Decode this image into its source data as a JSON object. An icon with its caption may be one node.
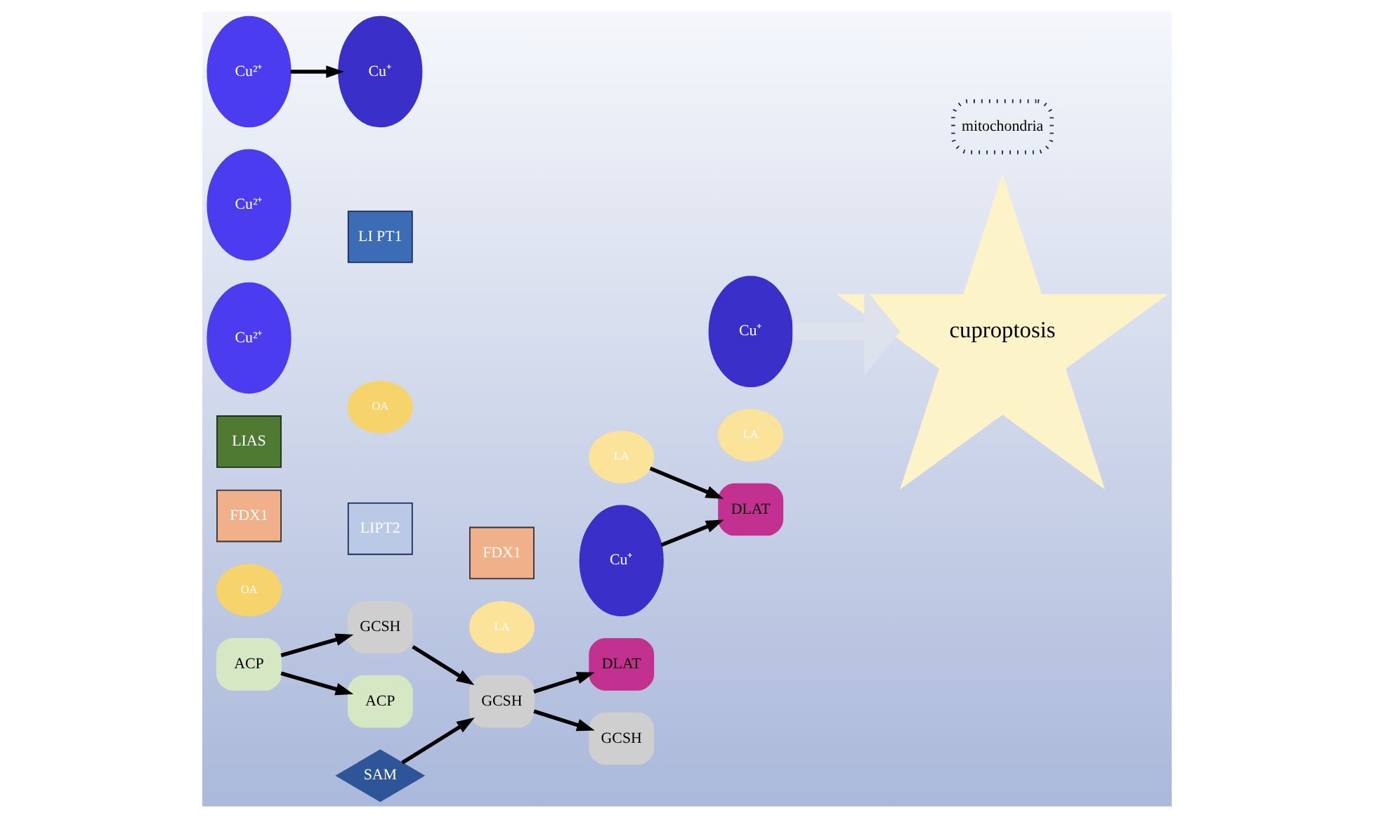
{
  "diagram": {
    "nodes": [
      {
        "text": [
          "ACP"
        ]
      },
      {
        "text": [
          "OA"
        ]
      },
      {
        "text": [
          "LIPT2"
        ]
      },
      {
        "text": [
          "SAM"
        ]
      },
      {
        "text": [
          "GCSH"
        ]
      },
      {
        "text": [
          "OA"
        ]
      },
      {
        "text": [
          "FDX1"
        ]
      },
      {
        "text": [
          "LIAS"
        ]
      },
      {
        "text": [
          "ACP"
        ]
      },
      {
        "text": [
          "GCSH"
        ]
      },
      {
        "text": [
          "LA"
        ]
      },
      {
        "text": [
          "LI PT1"
        ]
      },
      {
        "text": [
          "DLAT"
        ]
      },
      {
        "text": [
          "LA"
        ]
      },
      {
        "text": [
          "GCSH"
        ]
      },
      {
        "text": [
          "DLAT"
        ]
      },
      {
        "text": [
          "LA"
        ]
      },
      {
        "text": [
          "Cu⁺"
        ]
      },
      {
        "text": [
          "Cu²⁺"
        ]
      },
      {
        "text": [
          "Cu²⁺"
        ]
      },
      {
        "text": [
          "Cu²⁺"
        ]
      },
      {
        "text": [
          "FDX1"
        ]
      },
      {
        "text": [
          "Cu⁺"
        ]
      },
      {
        "text": [
          "Cu⁺"
        ]
      },
      {
        "text": [
          "cuproptosis"
        ]
      },
      {
        "text": [
          "mitochondria"
        ]
      }
    ],
    "edges": [
      {
        "from": 0,
        "to": 4,
        "arrow": "to"
      },
      {
        "from": 0,
        "to": 8,
        "arrow": "to"
      },
      {
        "from": 3,
        "to": 9,
        "arrow": "to"
      },
      {
        "from": 4,
        "to": 9,
        "arrow": "to"
      },
      {
        "from": 9,
        "to": 12,
        "arrow": "to"
      },
      {
        "from": 9,
        "to": 14,
        "arrow": "to"
      },
      {
        "from": 13,
        "to": 15,
        "arrow": "to"
      },
      {
        "from": 20,
        "to": 22,
        "arrow": "to"
      },
      {
        "from": 23,
        "to": 15,
        "arrow": "to"
      },
      {
        "from": 17,
        "to": 24,
        "arrow": "to",
        "style": "thick",
        "color": "#dde2ec"
      }
    ]
  }
}
